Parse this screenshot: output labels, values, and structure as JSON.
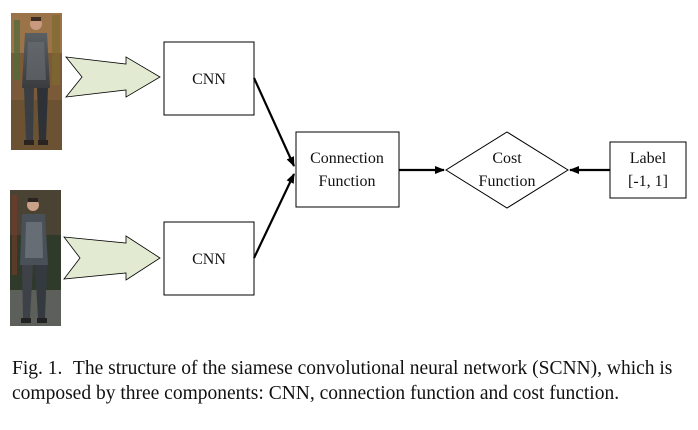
{
  "diagram": {
    "nodes": {
      "cnn_top": "CNN",
      "cnn_bottom": "CNN",
      "connection_line1": "Connection",
      "connection_line2": "Function",
      "cost_line1": "Cost",
      "cost_line2": "Function",
      "label_line1": "Label",
      "label_line2": "[-1, 1]"
    },
    "colors": {
      "input_arrow_fill": "#e3ead2",
      "stroke": "#000000"
    }
  },
  "caption": {
    "fig_label": "Fig. 1.",
    "text": "The structure of the siamese convolutional neural network (SCNN), which is composed by three components: CNN, connection function and cost function."
  }
}
